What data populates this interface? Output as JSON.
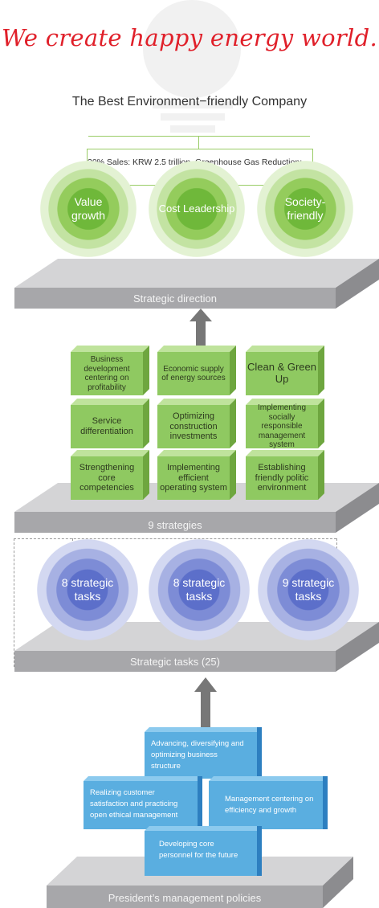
{
  "slogan": "We create happy energy world.",
  "subtitle": "The Best Environment−friendly Company",
  "goal": "30% Sales: KRW 2.5 trillion, Greenhouse Gas Reduction: 30%",
  "directions": [
    {
      "label": "Value\ngrowth"
    },
    {
      "label": "Cost Leadership"
    },
    {
      "label": "Society-\nfriendly"
    }
  ],
  "platforms": {
    "strategic_direction": "Strategic direction",
    "nine_strategies": "9 strategies",
    "strategic_tasks": "Strategic tasks (25)",
    "president": "President’s management policies"
  },
  "strategies": [
    [
      "Business development centering on profitability",
      "Economic supply of energy sources",
      "Clean & Green Up"
    ],
    [
      "Service differentiation",
      "Optimizing construction investments",
      "Implementing socially responsible management system"
    ],
    [
      "Strengthening core competencies",
      "Implementing efficient operating system",
      "Establishing friendly politic environment"
    ]
  ],
  "tasks": [
    {
      "label": "8 strategic\ntasks"
    },
    {
      "label": "8 strategic\ntasks"
    },
    {
      "label": "9 strategic\ntasks"
    }
  ],
  "policies": {
    "top": "Advancing, diversifying and optimizing business structure",
    "left": "Realizing customer satisfaction and practicing open ethical management",
    "right": "Management centering on efficiency and growth",
    "bottom": "Developing core personnel for the future"
  },
  "colors": {
    "slogan": "#e0202a",
    "green": "#8fc961",
    "blue_circle": "#5c6fca",
    "blue_box": "#5aaee0",
    "platform": "#a7a7aa"
  }
}
